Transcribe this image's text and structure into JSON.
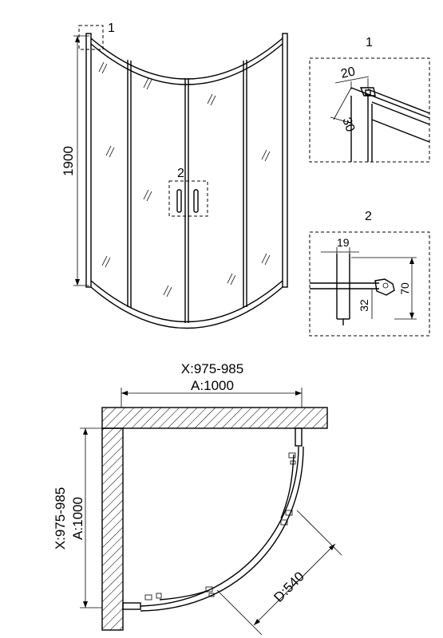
{
  "front_view": {
    "callout_1": "1",
    "callout_2": "2",
    "height_label": "1900"
  },
  "detail_1": {
    "title": "1",
    "dim_top": "20",
    "dim_side": "30"
  },
  "detail_2": {
    "title": "2",
    "dim_width": "19",
    "dim_height": "70",
    "dim_lower": "32"
  },
  "plan_view": {
    "width_range": "X:975-985",
    "width_nominal": "A:1000",
    "depth_range": "X:975-985",
    "depth_nominal": "A:1000",
    "door_opening": "D:540"
  }
}
